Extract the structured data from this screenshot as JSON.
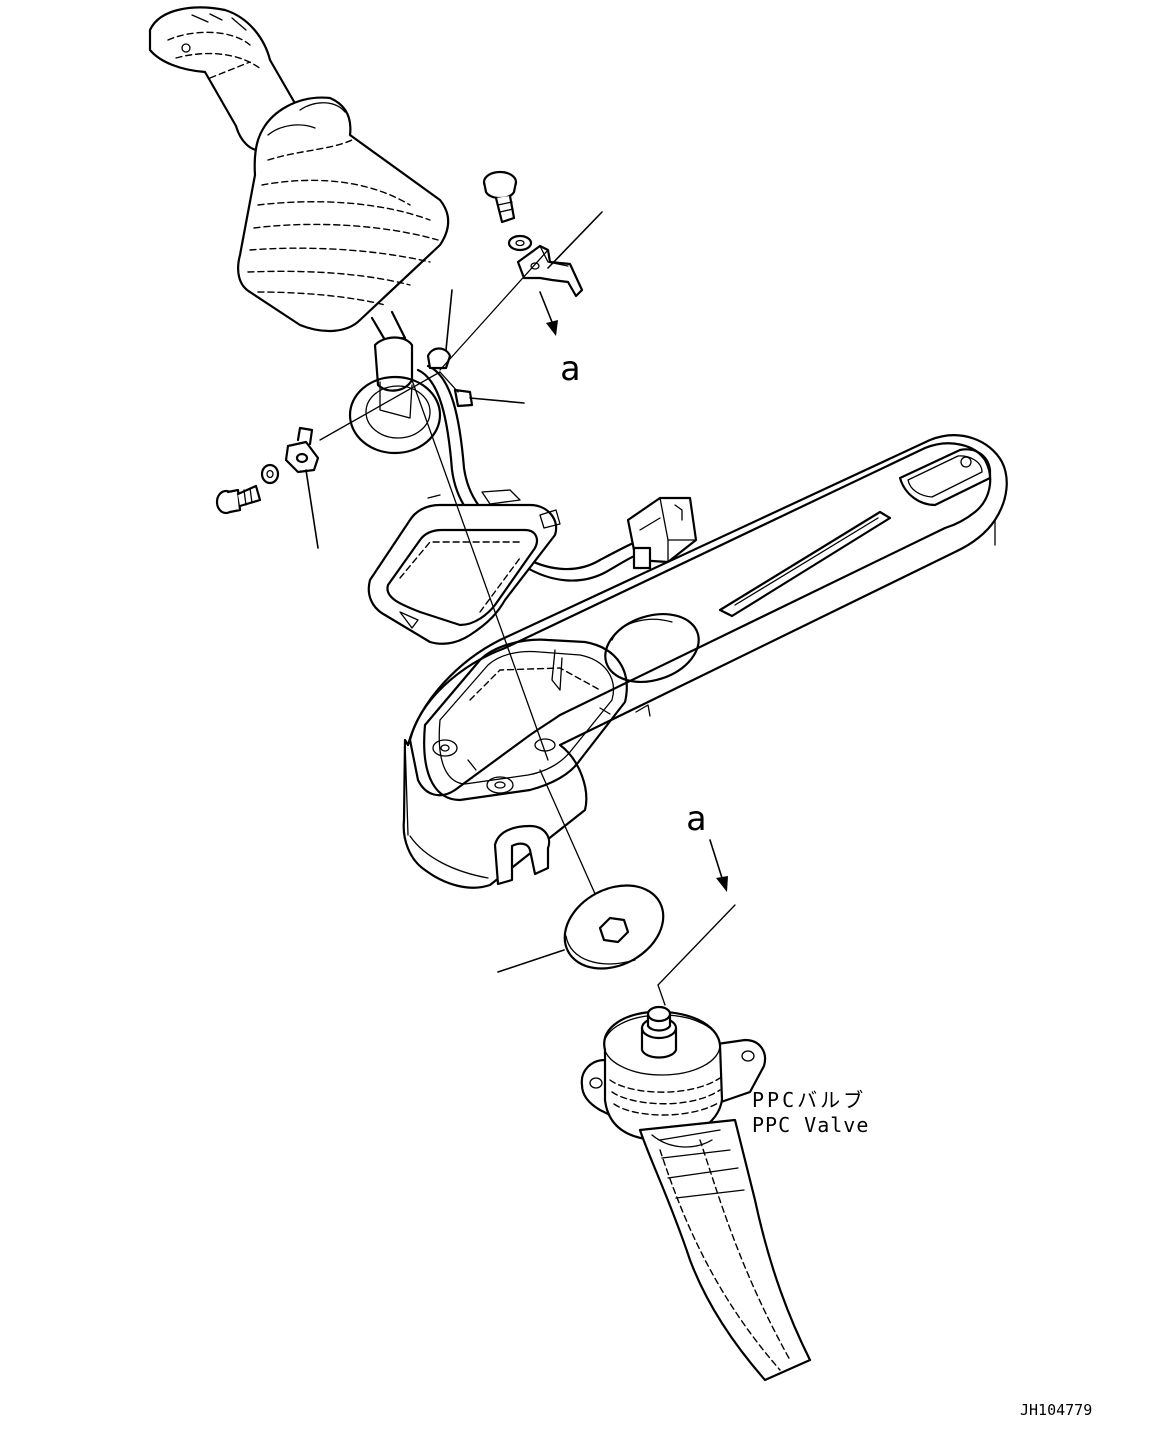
{
  "diagram": {
    "callouts": {
      "view_mark_top": "a",
      "view_mark_bottom": "a"
    },
    "ppc_valve": {
      "label_jp": "PPCバルブ",
      "label_en": "PPC Valve"
    },
    "drawing_number": "JH104779"
  }
}
